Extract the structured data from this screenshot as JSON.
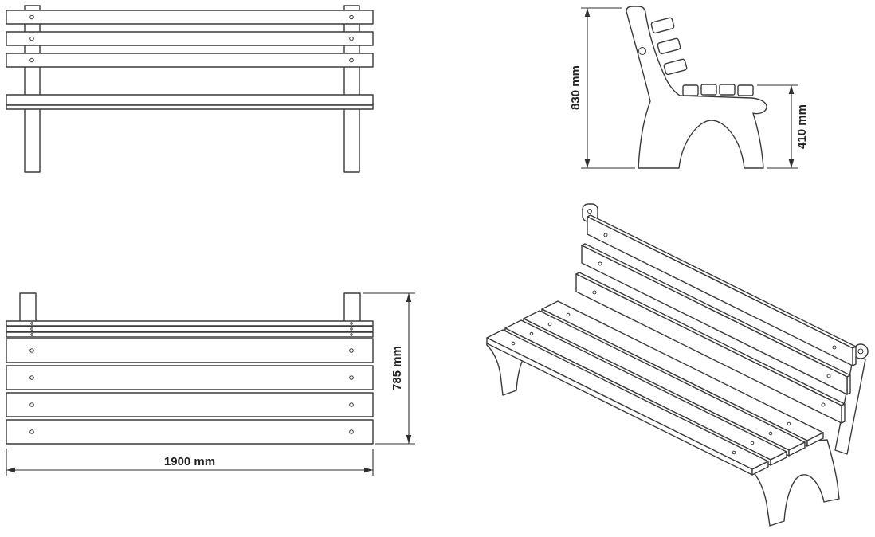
{
  "dimensions": {
    "total_height": "830 mm",
    "seat_height": "410 mm",
    "seat_depth": "785 mm",
    "length": "1900 mm"
  },
  "colors": {
    "line": "#3a3a3a",
    "dimension_line": "#2f2f2f",
    "dimension_text": "#222222",
    "background": "#ffffff"
  }
}
